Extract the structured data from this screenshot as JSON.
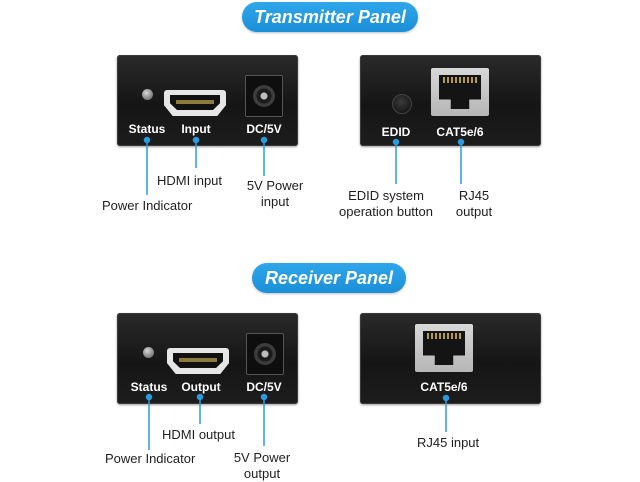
{
  "titles": {
    "transmitter": "Transmitter Panel",
    "receiver": "Receiver Panel"
  },
  "transmitter_front": {
    "status_label": "Status",
    "input_label": "Input",
    "dc_label": "DC/5V"
  },
  "transmitter_back": {
    "edid_label": "EDID",
    "cat_label": "CAT5e/6"
  },
  "receiver_front": {
    "status_label": "Status",
    "output_label": "Output",
    "dc_label": "DC/5V"
  },
  "receiver_back": {
    "cat_label": "CAT5e/6"
  },
  "callouts": {
    "tx_hdmi": "HDMI input",
    "tx_power_indicator": "Power Indicator",
    "tx_power_line1": "5V Power",
    "tx_power_line2": "input",
    "edid_line1": "EDID system",
    "edid_line2": "operation button",
    "tx_rj45_line1": "RJ45",
    "tx_rj45_line2": "output",
    "rx_hdmi": "HDMI output",
    "rx_power_indicator": "Power Indicator",
    "rx_power_line1": "5V Power",
    "rx_power_line2": "output",
    "rx_rj45": "RJ45 input"
  },
  "colors": {
    "accent_blue": "#1b8fd8",
    "device_black": "#151515",
    "callout_line": "#2a9bdf"
  },
  "icons": {
    "led": "status-led-icon",
    "hdmi": "hdmi-port-icon",
    "dc": "dc-jack-icon",
    "rj45": "rj45-port-icon",
    "edid": "push-button-icon"
  }
}
